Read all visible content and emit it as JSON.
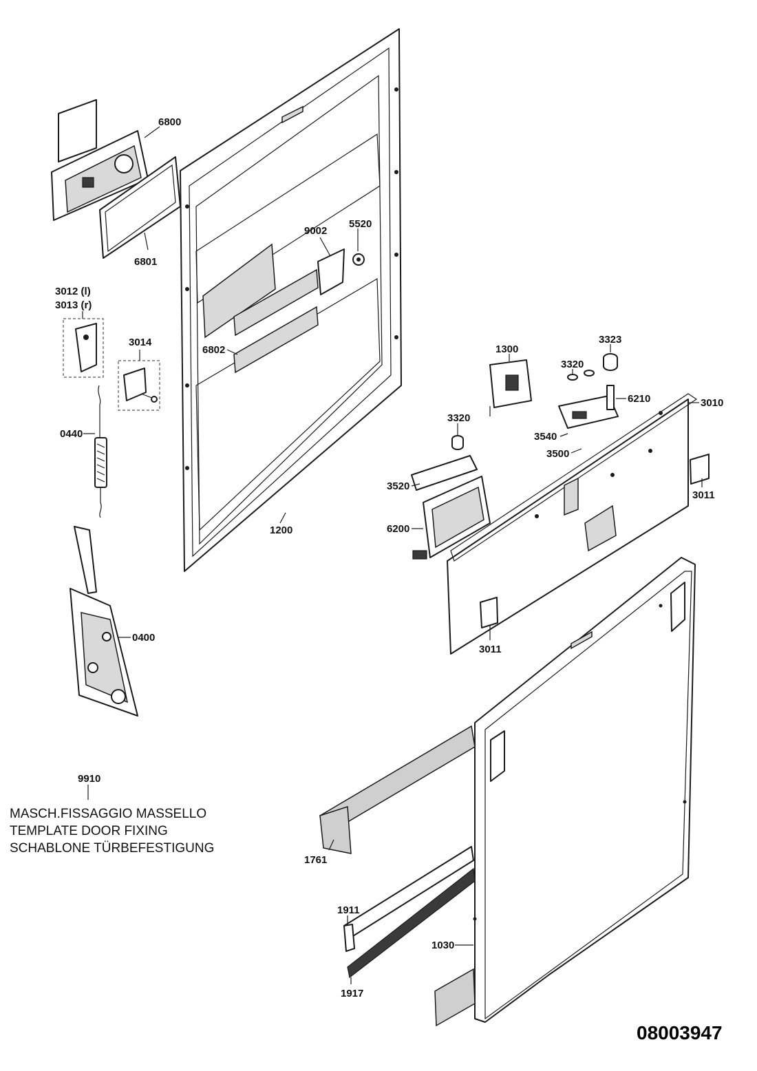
{
  "parts": {
    "p6800": "6800",
    "p6801": "6801",
    "p3012": "3012 (l)",
    "p3013": "3013 (r)",
    "p3014": "3014",
    "p0440": "0440",
    "p0400": "0400",
    "p9910": "9910",
    "p6802": "6802",
    "p9002": "9002",
    "p5520": "5520",
    "p1200": "1200",
    "p1300": "1300",
    "p3323": "3323",
    "p3320a": "3320",
    "p3320b": "3320",
    "p6210": "6210",
    "p3010": "3010",
    "p3540": "3540",
    "p3500": "3500",
    "p3520": "3520",
    "p6200": "6200",
    "p3011a": "3011",
    "p3011b": "3011",
    "p1761": "1761",
    "p1911": "1911",
    "p1917": "1917",
    "p1030": "1030"
  },
  "template_caption": {
    "line1": "MASCH.FISSAGGIO MASSELLO",
    "line2": "TEMPLATE DOOR FIXING",
    "line3": "SCHABLONE TÜRBEFESTIGUNG"
  },
  "document_number": "08003947"
}
